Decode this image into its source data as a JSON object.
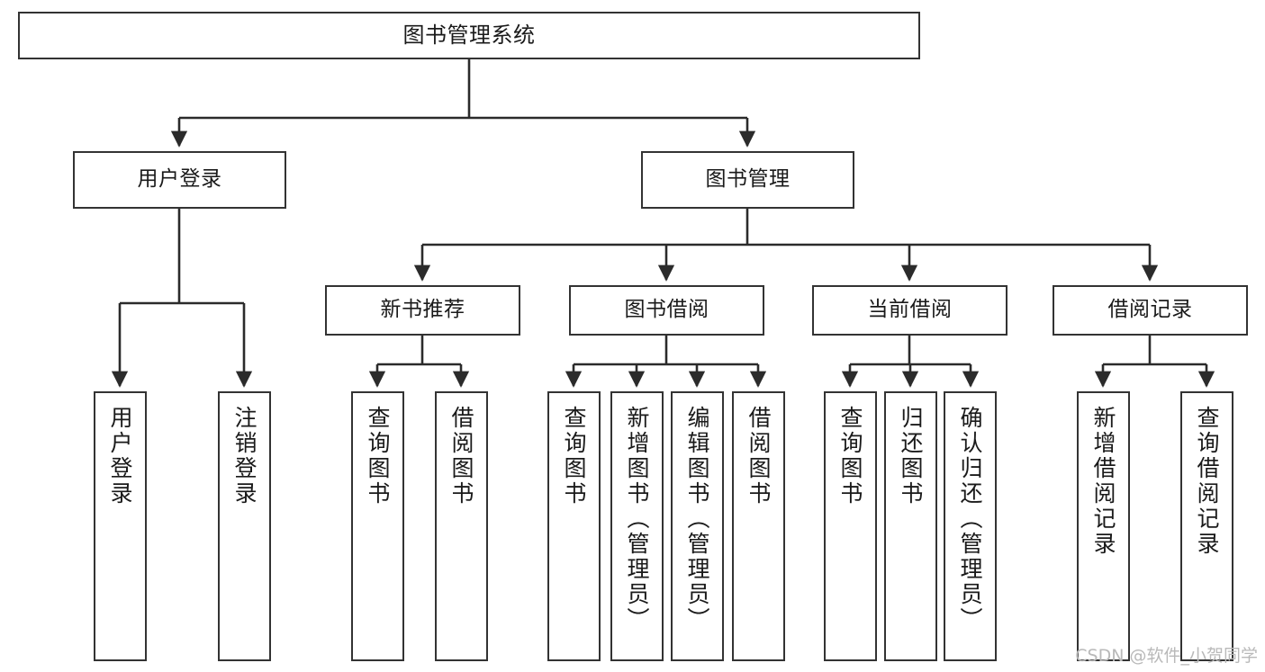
{
  "diagram": {
    "title": "图书管理系统",
    "type": "tree-hierarchy",
    "watermark": "CSDN @软件_小贺同学",
    "colors": {
      "box_border": "#333333",
      "box_fill": "#ffffff",
      "connector": "#2b2b2b",
      "text": "#1a1a1a",
      "watermark": "#b9b9b9",
      "background": "#ffffff"
    },
    "nodes": {
      "root": {
        "label": "图书管理系统"
      },
      "level1": [
        {
          "label": "用户登录"
        },
        {
          "label": "图书管理"
        }
      ],
      "level2": [
        {
          "label": "新书推荐"
        },
        {
          "label": "图书借阅"
        },
        {
          "label": "当前借阅"
        },
        {
          "label": "借阅记录"
        }
      ],
      "leaves": {
        "user_login": [
          {
            "label": "用户登录"
          },
          {
            "label": "注销登录"
          }
        ],
        "new_book_recommend": [
          {
            "label": "查询图书"
          },
          {
            "label": "借阅图书"
          }
        ],
        "book_borrow": [
          {
            "label": "查询图书"
          },
          {
            "label": "新增图书（管理员）"
          },
          {
            "label": "编辑图书（管理员）"
          },
          {
            "label": "借阅图书"
          }
        ],
        "current_borrow": [
          {
            "label": "查询图书"
          },
          {
            "label": "归还图书"
          },
          {
            "label": "确认归还（管理员）"
          }
        ],
        "borrow_record": [
          {
            "label": "新增借阅记录"
          },
          {
            "label": "查询借阅记录"
          }
        ]
      }
    }
  }
}
